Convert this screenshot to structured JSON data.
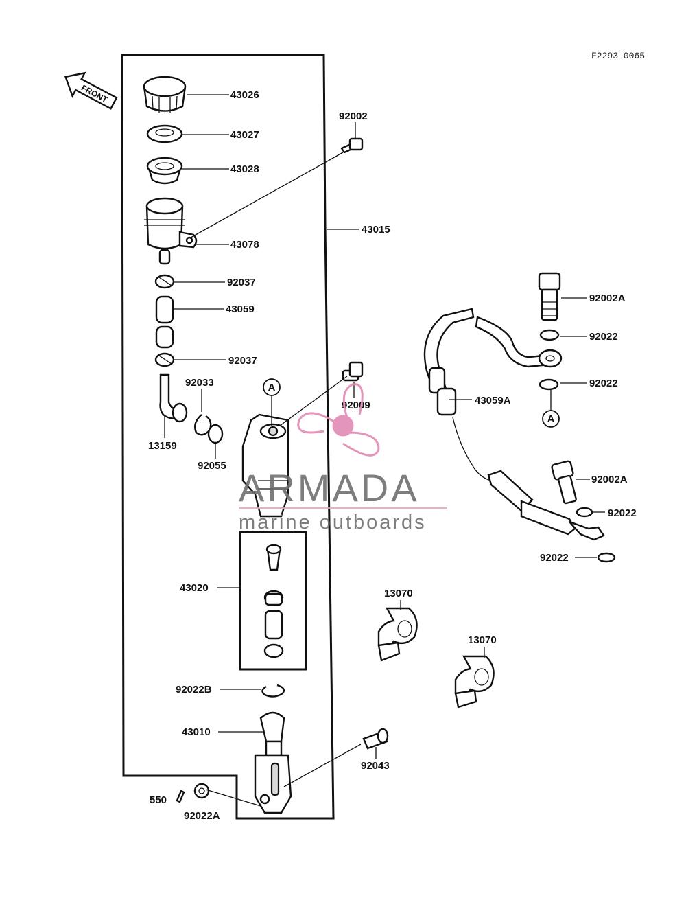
{
  "reference_code": "F2293-0065",
  "front_arrow": "FRONT",
  "ref_marker": "A",
  "watermark": {
    "brand": "ARMADA",
    "tagline": "marine outboards",
    "line_color": "#e7a6c4",
    "logo_color": "#e28ab5"
  },
  "labels": {
    "l43026": "43026",
    "l43027": "43027",
    "l43028": "43028",
    "l92002": "92002",
    "l43015": "43015",
    "l43078": "43078",
    "l92037a": "92037",
    "l43059": "43059",
    "l92037b": "92037",
    "l92033": "92033",
    "l92009": "92009",
    "l13159": "13159",
    "l92055": "92055",
    "l43020": "43020",
    "l92022b": "92022B",
    "l43010": "43010",
    "l92043": "92043",
    "l550": "550",
    "l92022a_bottom": "92022A",
    "l92002a_top": "92002A",
    "l92022_1": "92022",
    "l92022_2": "92022",
    "l43059a": "43059A",
    "l92002a_mid": "92002A",
    "l92022_3": "92022",
    "l92022_4": "92022",
    "l13070a": "13070",
    "l13070b": "13070"
  }
}
